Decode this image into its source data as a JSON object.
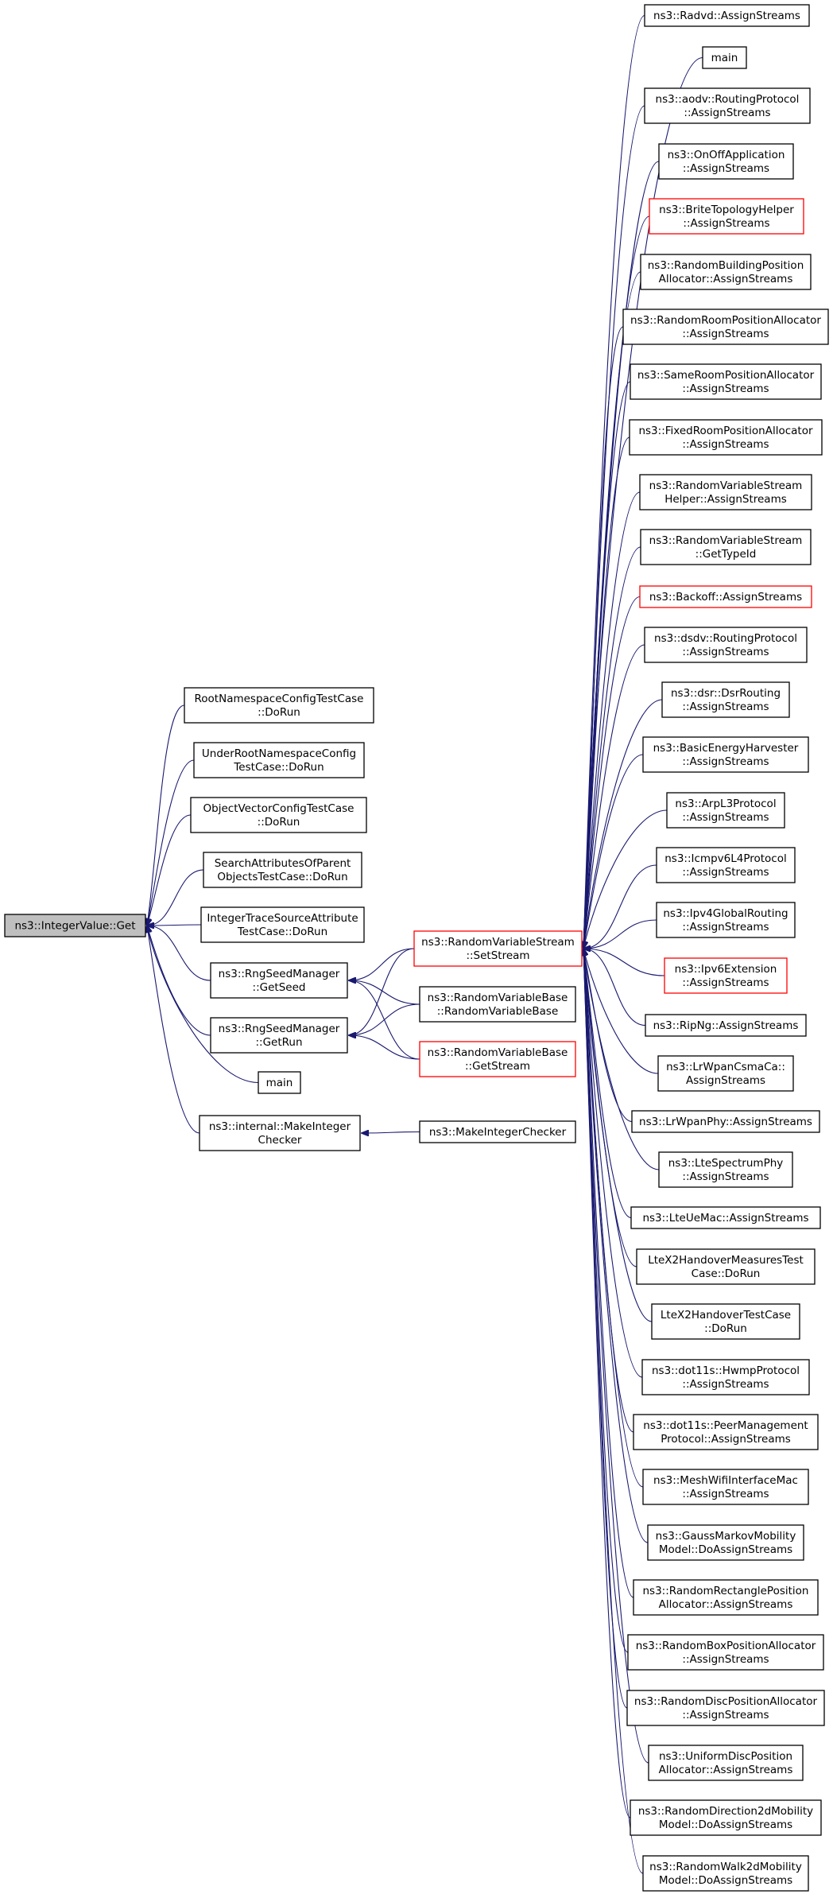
{
  "colors": {
    "edge": "#191970",
    "node_border": "#000000",
    "node_border_incomplete": "#ff0000",
    "root_fill": "#bfbfbf",
    "node_fill": "#ffffff"
  },
  "nodes": [
    {
      "id": "root",
      "lines": [
        "ns3::IntegerValue::Get"
      ],
      "style": "root"
    },
    {
      "id": "rootns",
      "lines": [
        "RootNamespaceConfigTestCase",
        "::DoRun"
      ]
    },
    {
      "id": "underroot",
      "lines": [
        "UnderRootNamespaceConfig",
        "TestCase::DoRun"
      ]
    },
    {
      "id": "objvec",
      "lines": [
        "ObjectVectorConfigTestCase",
        "::DoRun"
      ]
    },
    {
      "id": "searchattr",
      "lines": [
        "SearchAttributesOfParent",
        "ObjectsTestCase::DoRun"
      ]
    },
    {
      "id": "inttrace",
      "lines": [
        "IntegerTraceSourceAttribute",
        "TestCase::DoRun"
      ]
    },
    {
      "id": "getseed",
      "lines": [
        "ns3::RngSeedManager",
        "::GetSeed"
      ]
    },
    {
      "id": "getrun",
      "lines": [
        "ns3::RngSeedManager",
        "::GetRun"
      ]
    },
    {
      "id": "main1",
      "lines": [
        "main"
      ]
    },
    {
      "id": "makeintchk",
      "lines": [
        "ns3::internal::MakeInteger",
        "Checker"
      ]
    },
    {
      "id": "setstream",
      "lines": [
        "ns3::RandomVariableStream",
        "::SetStream"
      ],
      "style": "red"
    },
    {
      "id": "rvbctor",
      "lines": [
        "ns3::RandomVariableBase",
        "::RandomVariableBase"
      ]
    },
    {
      "id": "rvbgetstream",
      "lines": [
        "ns3::RandomVariableBase",
        "::GetStream"
      ],
      "style": "red"
    },
    {
      "id": "makeintchk2",
      "lines": [
        "ns3::MakeIntegerChecker"
      ]
    },
    {
      "id": "c01",
      "lines": [
        "ns3::Radvd::AssignStreams"
      ]
    },
    {
      "id": "c02",
      "lines": [
        "main"
      ]
    },
    {
      "id": "c03",
      "lines": [
        "ns3::aodv::RoutingProtocol",
        "::AssignStreams"
      ]
    },
    {
      "id": "c04",
      "lines": [
        "ns3::OnOffApplication",
        "::AssignStreams"
      ]
    },
    {
      "id": "c05",
      "lines": [
        "ns3::BriteTopologyHelper",
        "::AssignStreams"
      ],
      "style": "red"
    },
    {
      "id": "c06",
      "lines": [
        "ns3::RandomBuildingPosition",
        "Allocator::AssignStreams"
      ]
    },
    {
      "id": "c07",
      "lines": [
        "ns3::RandomRoomPositionAllocator",
        "::AssignStreams"
      ]
    },
    {
      "id": "c08",
      "lines": [
        "ns3::SameRoomPositionAllocator",
        "::AssignStreams"
      ]
    },
    {
      "id": "c09",
      "lines": [
        "ns3::FixedRoomPositionAllocator",
        "::AssignStreams"
      ]
    },
    {
      "id": "c10",
      "lines": [
        "ns3::RandomVariableStream",
        "Helper::AssignStreams"
      ]
    },
    {
      "id": "c11",
      "lines": [
        "ns3::RandomVariableStream",
        "::GetTypeId"
      ]
    },
    {
      "id": "c12",
      "lines": [
        "ns3::Backoff::AssignStreams"
      ],
      "style": "red"
    },
    {
      "id": "c13",
      "lines": [
        "ns3::dsdv::RoutingProtocol",
        "::AssignStreams"
      ]
    },
    {
      "id": "c14",
      "lines": [
        "ns3::dsr::DsrRouting",
        "::AssignStreams"
      ]
    },
    {
      "id": "c15",
      "lines": [
        "ns3::BasicEnergyHarvester",
        "::AssignStreams"
      ]
    },
    {
      "id": "c16",
      "lines": [
        "ns3::ArpL3Protocol",
        "::AssignStreams"
      ]
    },
    {
      "id": "c17",
      "lines": [
        "ns3::Icmpv6L4Protocol",
        "::AssignStreams"
      ]
    },
    {
      "id": "c18",
      "lines": [
        "ns3::Ipv4GlobalRouting",
        "::AssignStreams"
      ]
    },
    {
      "id": "c19",
      "lines": [
        "ns3::Ipv6Extension",
        "::AssignStreams"
      ],
      "style": "red"
    },
    {
      "id": "c20",
      "lines": [
        "ns3::RipNg::AssignStreams"
      ]
    },
    {
      "id": "c21",
      "lines": [
        "ns3::LrWpanCsmaCa::",
        "AssignStreams"
      ]
    },
    {
      "id": "c22",
      "lines": [
        "ns3::LrWpanPhy::AssignStreams"
      ]
    },
    {
      "id": "c23",
      "lines": [
        "ns3::LteSpectrumPhy",
        "::AssignStreams"
      ]
    },
    {
      "id": "c24",
      "lines": [
        "ns3::LteUeMac::AssignStreams"
      ]
    },
    {
      "id": "c25",
      "lines": [
        "LteX2HandoverMeasuresTest",
        "Case::DoRun"
      ]
    },
    {
      "id": "c26",
      "lines": [
        "LteX2HandoverTestCase",
        "::DoRun"
      ]
    },
    {
      "id": "c27",
      "lines": [
        "ns3::dot11s::HwmpProtocol",
        "::AssignStreams"
      ]
    },
    {
      "id": "c28",
      "lines": [
        "ns3::dot11s::PeerManagement",
        "Protocol::AssignStreams"
      ]
    },
    {
      "id": "c29",
      "lines": [
        "ns3::MeshWifiInterfaceMac",
        "::AssignStreams"
      ]
    },
    {
      "id": "c30",
      "lines": [
        "ns3::GaussMarkovMobility",
        "Model::DoAssignStreams"
      ]
    },
    {
      "id": "c31",
      "lines": [
        "ns3::RandomRectanglePosition",
        "Allocator::AssignStreams"
      ]
    },
    {
      "id": "c32",
      "lines": [
        "ns3::RandomBoxPositionAllocator",
        "::AssignStreams"
      ]
    },
    {
      "id": "c33",
      "lines": [
        "ns3::RandomDiscPositionAllocator",
        "::AssignStreams"
      ]
    },
    {
      "id": "c34",
      "lines": [
        "ns3::UniformDiscPosition",
        "Allocator::AssignStreams"
      ]
    },
    {
      "id": "c35",
      "lines": [
        "ns3::RandomDirection2dMobility",
        "Model::DoAssignStreams"
      ]
    },
    {
      "id": "c36",
      "lines": [
        "ns3::RandomWalk2dMobility",
        "Model::DoAssignStreams"
      ]
    }
  ],
  "edges": [
    [
      "rootns",
      "root"
    ],
    [
      "underroot",
      "root"
    ],
    [
      "objvec",
      "root"
    ],
    [
      "searchattr",
      "root"
    ],
    [
      "inttrace",
      "root"
    ],
    [
      "getseed",
      "root"
    ],
    [
      "getrun",
      "root"
    ],
    [
      "main1",
      "root"
    ],
    [
      "makeintchk",
      "root"
    ],
    [
      "setstream",
      "getseed"
    ],
    [
      "rvbctor",
      "getseed"
    ],
    [
      "rvbgetstream",
      "getseed"
    ],
    [
      "setstream",
      "getrun"
    ],
    [
      "rvbctor",
      "getrun"
    ],
    [
      "rvbgetstream",
      "getrun"
    ],
    [
      "makeintchk2",
      "makeintchk"
    ],
    [
      "c01",
      "setstream"
    ],
    [
      "c02",
      "setstream"
    ],
    [
      "c03",
      "setstream"
    ],
    [
      "c04",
      "setstream"
    ],
    [
      "c05",
      "setstream"
    ],
    [
      "c06",
      "setstream"
    ],
    [
      "c07",
      "setstream"
    ],
    [
      "c08",
      "setstream"
    ],
    [
      "c09",
      "setstream"
    ],
    [
      "c10",
      "setstream"
    ],
    [
      "c11",
      "setstream"
    ],
    [
      "c12",
      "setstream"
    ],
    [
      "c13",
      "setstream"
    ],
    [
      "c14",
      "setstream"
    ],
    [
      "c15",
      "setstream"
    ],
    [
      "c16",
      "setstream"
    ],
    [
      "c17",
      "setstream"
    ],
    [
      "c18",
      "setstream"
    ],
    [
      "c19",
      "setstream"
    ],
    [
      "c20",
      "setstream"
    ],
    [
      "c21",
      "setstream"
    ],
    [
      "c22",
      "setstream"
    ],
    [
      "c23",
      "setstream"
    ],
    [
      "c24",
      "setstream"
    ],
    [
      "c25",
      "setstream"
    ],
    [
      "c26",
      "setstream"
    ],
    [
      "c27",
      "setstream"
    ],
    [
      "c28",
      "setstream"
    ],
    [
      "c29",
      "setstream"
    ],
    [
      "c30",
      "setstream"
    ],
    [
      "c31",
      "setstream"
    ],
    [
      "c32",
      "setstream"
    ],
    [
      "c33",
      "setstream"
    ],
    [
      "c34",
      "setstream"
    ],
    [
      "c35",
      "setstream"
    ],
    [
      "c36",
      "setstream"
    ]
  ]
}
